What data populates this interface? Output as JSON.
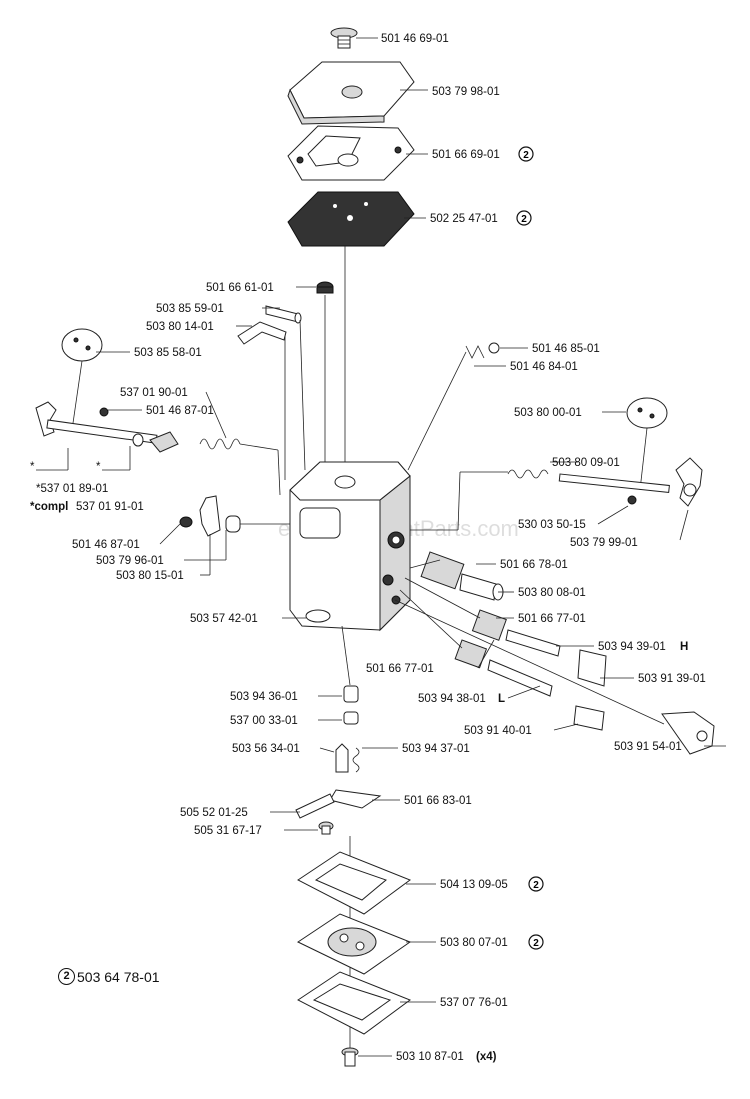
{
  "watermark": "eReplacementParts.com",
  "legend": {
    "mark": "2",
    "text": "503 64 78-01"
  },
  "labels": [
    "501 46 69-01",
    "503 79 98-01",
    "501 66 69-01",
    "502 25 47-01",
    "501 66 61-01",
    "503 85 59-01",
    "503 80 14-01",
    "503 85 58-01",
    "501 46 85-01",
    "501 46 84-01",
    "537 01 90-01",
    "501 46 87-01",
    "*537 01 89-01",
    "*compl",
    "537 01 91-01",
    "503 80 00-01",
    "503 80 09-01",
    "530 03 50-15",
    "503 79 99-01",
    "501 46 87-01",
    "503 79 96-01",
    "503 80 15-01",
    "501 66 78-01",
    "503 80 08-01",
    "503 57 42-01",
    "501 66 77-01",
    "503 94 39-01",
    "H",
    "501 66 77-01",
    "503 91 39-01",
    "503 94 38-01",
    "L",
    "503 94 36-01",
    "503 91 40-01",
    "503 91 54-01",
    "537 00 33-01",
    "503 56 34-01",
    "503 94 37-01",
    "501 66 83-01",
    "505 52 01-25",
    "505 31 67-17",
    "504 13 09-05",
    "503 80 07-01",
    "537 07 76-01",
    "503 10 87-01",
    "(x4)",
    "*",
    "*"
  ],
  "circle_marks": [
    "2",
    "2",
    "2",
    "2"
  ]
}
